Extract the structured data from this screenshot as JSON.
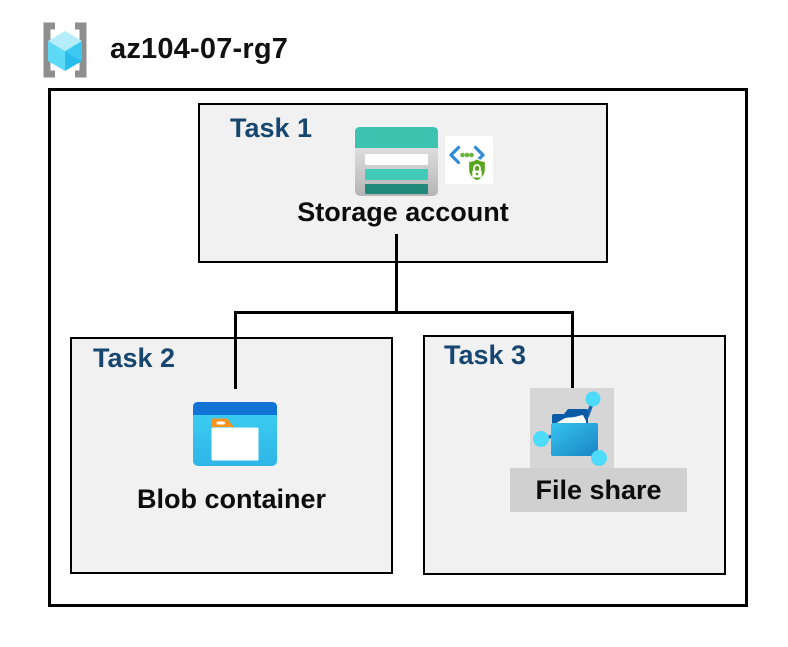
{
  "resource_group": {
    "name": "az104-07-rg7"
  },
  "tasks": [
    {
      "label": "Task 1",
      "resource": "Storage account"
    },
    {
      "label": "Task 2",
      "resource": "Blob container"
    },
    {
      "label": "Task 3",
      "resource": "File share"
    }
  ],
  "icons": {
    "header": "resource-group-icon",
    "task1": [
      "storage-account-icon",
      "secure-code-shield-icon"
    ],
    "task2": "blob-container-icon",
    "task3": "file-share-icon"
  },
  "colors": {
    "task_label_navy": "#17466E",
    "box_fill_gray": "#F1F1F1",
    "border_black": "#000000",
    "bracket_gray": "#8F8F8F",
    "cube_cyan_light": "#B6EDFB",
    "cube_cyan": "#53D7F6",
    "storage_teal": "#3EC3B1",
    "storage_teal_dark": "#1F8879",
    "secure_blue": "#2F8CD9",
    "shield_green": "#58A41C",
    "blob_titlebar_blue": "#1173D5",
    "blob_body_cyan": "#3ED1F3",
    "folder_tab_orange": "#F79420",
    "fileshare_folder_blue": "#1A84C4",
    "fileshare_node_cyan": "#4EDBF9",
    "fileshare_bg_gray": "#D6D6D6",
    "label_bg_gray": "#D0D0D0"
  }
}
